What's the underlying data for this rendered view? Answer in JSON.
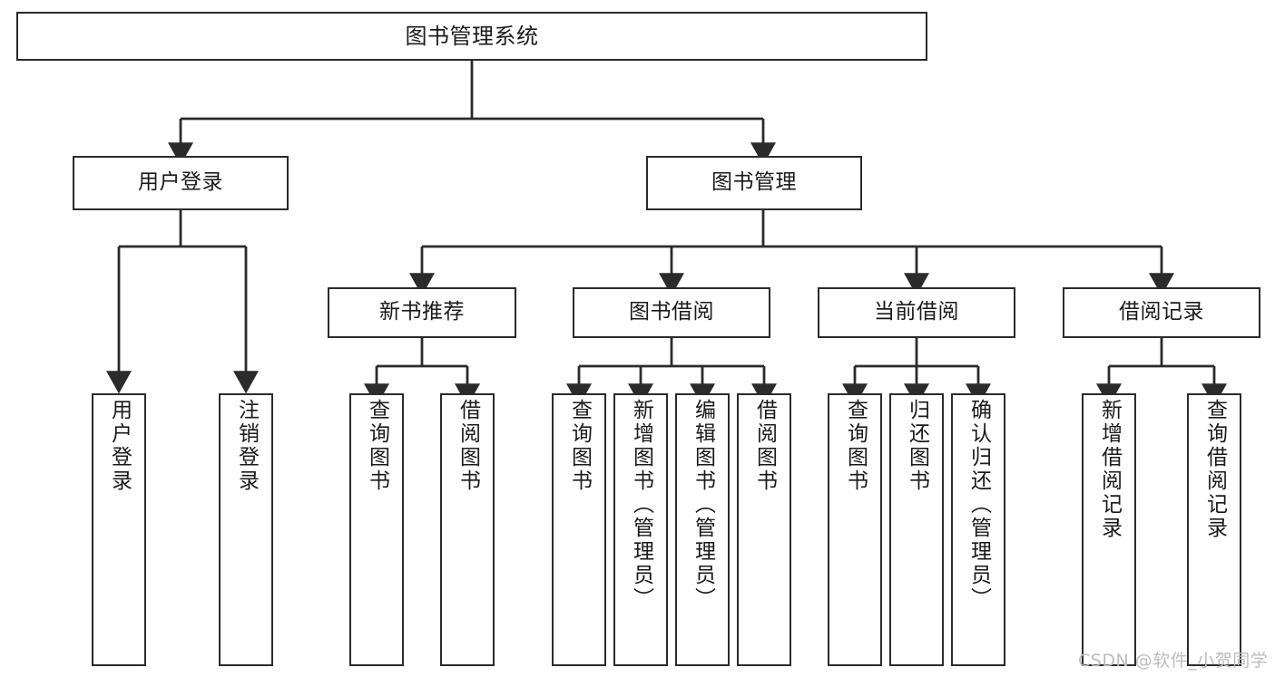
{
  "diagram": {
    "title": "图书管理系统",
    "style": {
      "box_border_color": "#2b2b2b",
      "box_fill_color": "#ffffff",
      "edge_color": "#2b2b2b",
      "background_color": "#ffffff",
      "watermark_color": "#bdbdbd"
    },
    "watermark": "CSDN @软件_小贺同学",
    "nodes": {
      "root": {
        "label": "图书管理系统"
      },
      "level2": [
        {
          "label": "用户登录"
        },
        {
          "label": "图书管理"
        }
      ],
      "level3": [
        {
          "label": "新书推荐"
        },
        {
          "label": "图书借阅"
        },
        {
          "label": "当前借阅"
        },
        {
          "label": "借阅记录"
        }
      ],
      "leaves": {
        "user_login": [
          {
            "label": "用户登录"
          },
          {
            "label": "注销登录"
          }
        ],
        "new_book_recommend": [
          {
            "label": "查询图书"
          },
          {
            "label": "借阅图书"
          }
        ],
        "book_borrow": [
          {
            "label": "查询图书"
          },
          {
            "label": "新增图书（管理员）"
          },
          {
            "label": "编辑图书（管理员）"
          },
          {
            "label": "借阅图书"
          }
        ],
        "current_borrow": [
          {
            "label": "查询图书"
          },
          {
            "label": "归还图书"
          },
          {
            "label": "确认归还（管理员）"
          }
        ],
        "borrow_record": [
          {
            "label": "新增借阅记录"
          },
          {
            "label": "查询借阅记录"
          }
        ]
      }
    }
  }
}
